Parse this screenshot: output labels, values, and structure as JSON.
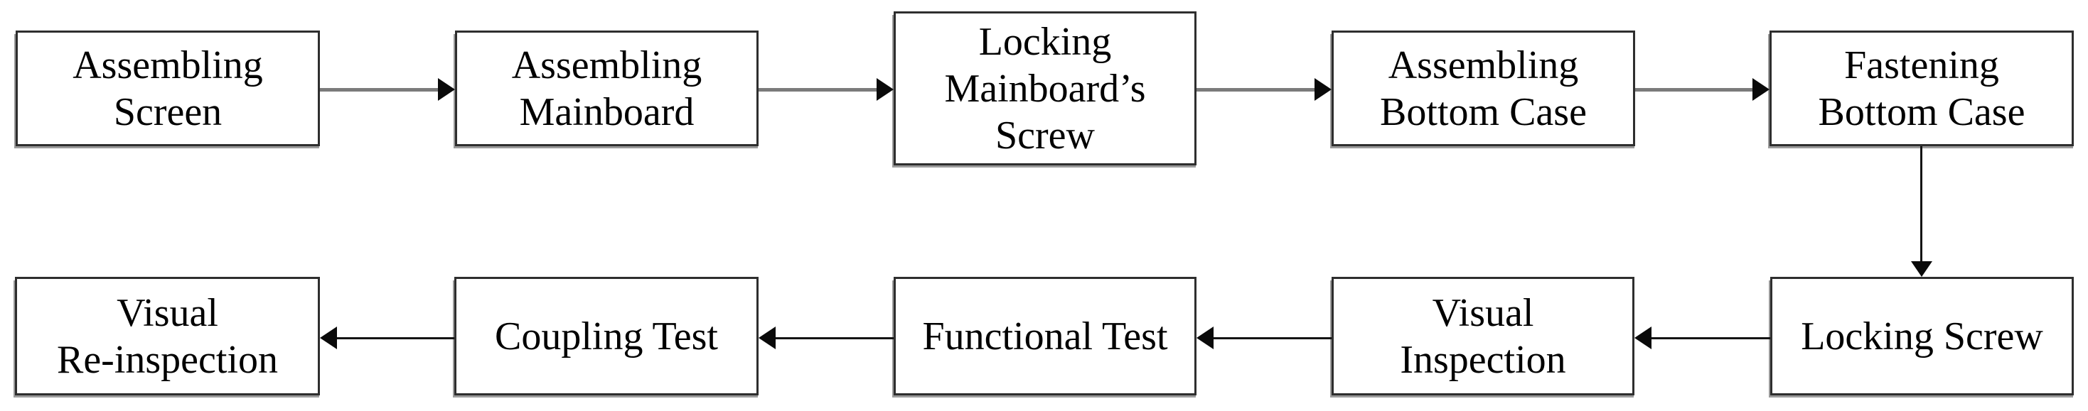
{
  "diagram": {
    "type": "flowchart",
    "description": "Assembly and testing process flow, two rows of boxes",
    "background_color": "#ffffff",
    "box_fill_color": "#ffffff",
    "box_border_color": "#2e2e2e",
    "box_shadow_color": "#9b9b9b",
    "text_color": "#000000",
    "top_arrow_line_color": "#7b7b7b",
    "bottom_arrow_line_color": "#141414",
    "arrowhead_color": "#0a0a0a"
  },
  "nodes": [
    {
      "id": "assembling-screen",
      "label": "Assembling Screen",
      "lines": [
        "Assembling",
        "Screen"
      ]
    },
    {
      "id": "assembling-mainboard",
      "label": "Assembling Mainboard",
      "lines": [
        "Assembling",
        "Mainboard"
      ]
    },
    {
      "id": "locking-mainboards-screw",
      "label": "Locking Mainboard’s Screw",
      "lines": [
        "Locking",
        "Mainboard’s",
        "Screw"
      ]
    },
    {
      "id": "assembling-bottom-case",
      "label": "Assembling Bottom Case",
      "lines": [
        "Assembling",
        "Bottom Case"
      ]
    },
    {
      "id": "fastening-bottom-case",
      "label": "Fastening Bottom Case",
      "lines": [
        "Fastening",
        "Bottom Case"
      ]
    },
    {
      "id": "locking-screw",
      "label": "Locking Screw",
      "lines": [
        "Locking Screw"
      ]
    },
    {
      "id": "visual-inspection",
      "label": "Visual Inspection",
      "lines": [
        "Visual",
        "Inspection"
      ]
    },
    {
      "id": "functional-test",
      "label": "Functional Test",
      "lines": [
        "Functional Test"
      ]
    },
    {
      "id": "coupling-test",
      "label": "Coupling Test",
      "lines": [
        "Coupling Test"
      ]
    },
    {
      "id": "visual-re-inspection",
      "label": "Visual Re-inspection",
      "lines": [
        "Visual",
        "Re-inspection"
      ]
    }
  ],
  "connectors": [
    {
      "from": "assembling-screen",
      "to": "assembling-mainboard",
      "direction": "right",
      "style": "thick-gray"
    },
    {
      "from": "assembling-mainboard",
      "to": "locking-mainboards-screw",
      "direction": "right",
      "style": "thick-gray"
    },
    {
      "from": "locking-mainboards-screw",
      "to": "assembling-bottom-case",
      "direction": "right",
      "style": "thick-gray"
    },
    {
      "from": "assembling-bottom-case",
      "to": "fastening-bottom-case",
      "direction": "right",
      "style": "thick-gray"
    },
    {
      "from": "fastening-bottom-case",
      "to": "locking-screw",
      "direction": "down",
      "style": "thin-black"
    },
    {
      "from": "locking-screw",
      "to": "visual-inspection",
      "direction": "left",
      "style": "thin-black"
    },
    {
      "from": "visual-inspection",
      "to": "functional-test",
      "direction": "left",
      "style": "thin-black"
    },
    {
      "from": "functional-test",
      "to": "coupling-test",
      "direction": "left",
      "style": "thin-black"
    },
    {
      "from": "coupling-test",
      "to": "visual-re-inspection",
      "direction": "left",
      "style": "thin-black"
    }
  ]
}
